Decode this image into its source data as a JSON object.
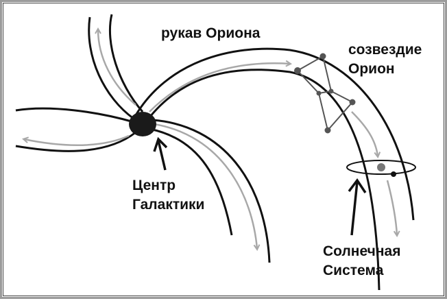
{
  "labels": {
    "orion_arm": "рукав Ориона",
    "constellation_line1": "созвездие",
    "constellation_line2": "Орион",
    "center_line1": "Центр",
    "center_line2": "Галактики",
    "solar_line1": "Солнечная",
    "solar_line2": "Система"
  },
  "colors": {
    "arm": "#111111",
    "flow": "#a8a8a8",
    "constellation": "#555555"
  }
}
